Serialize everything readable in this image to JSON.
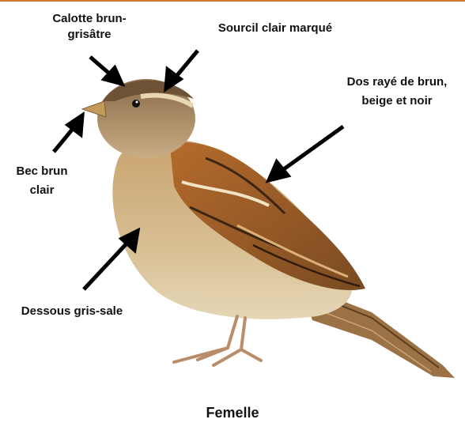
{
  "accent_color": "#d5772b",
  "labels": {
    "calotte": [
      "Calotte brun-",
      "grisâtre"
    ],
    "sourcil": "Sourcil clair marqué",
    "dos": [
      "Dos rayé de brun,",
      "beige et noir"
    ],
    "bec": [
      "Bec brun",
      "clair"
    ],
    "dessous": "Dessous gris-sale"
  },
  "caption": "Femelle"
}
